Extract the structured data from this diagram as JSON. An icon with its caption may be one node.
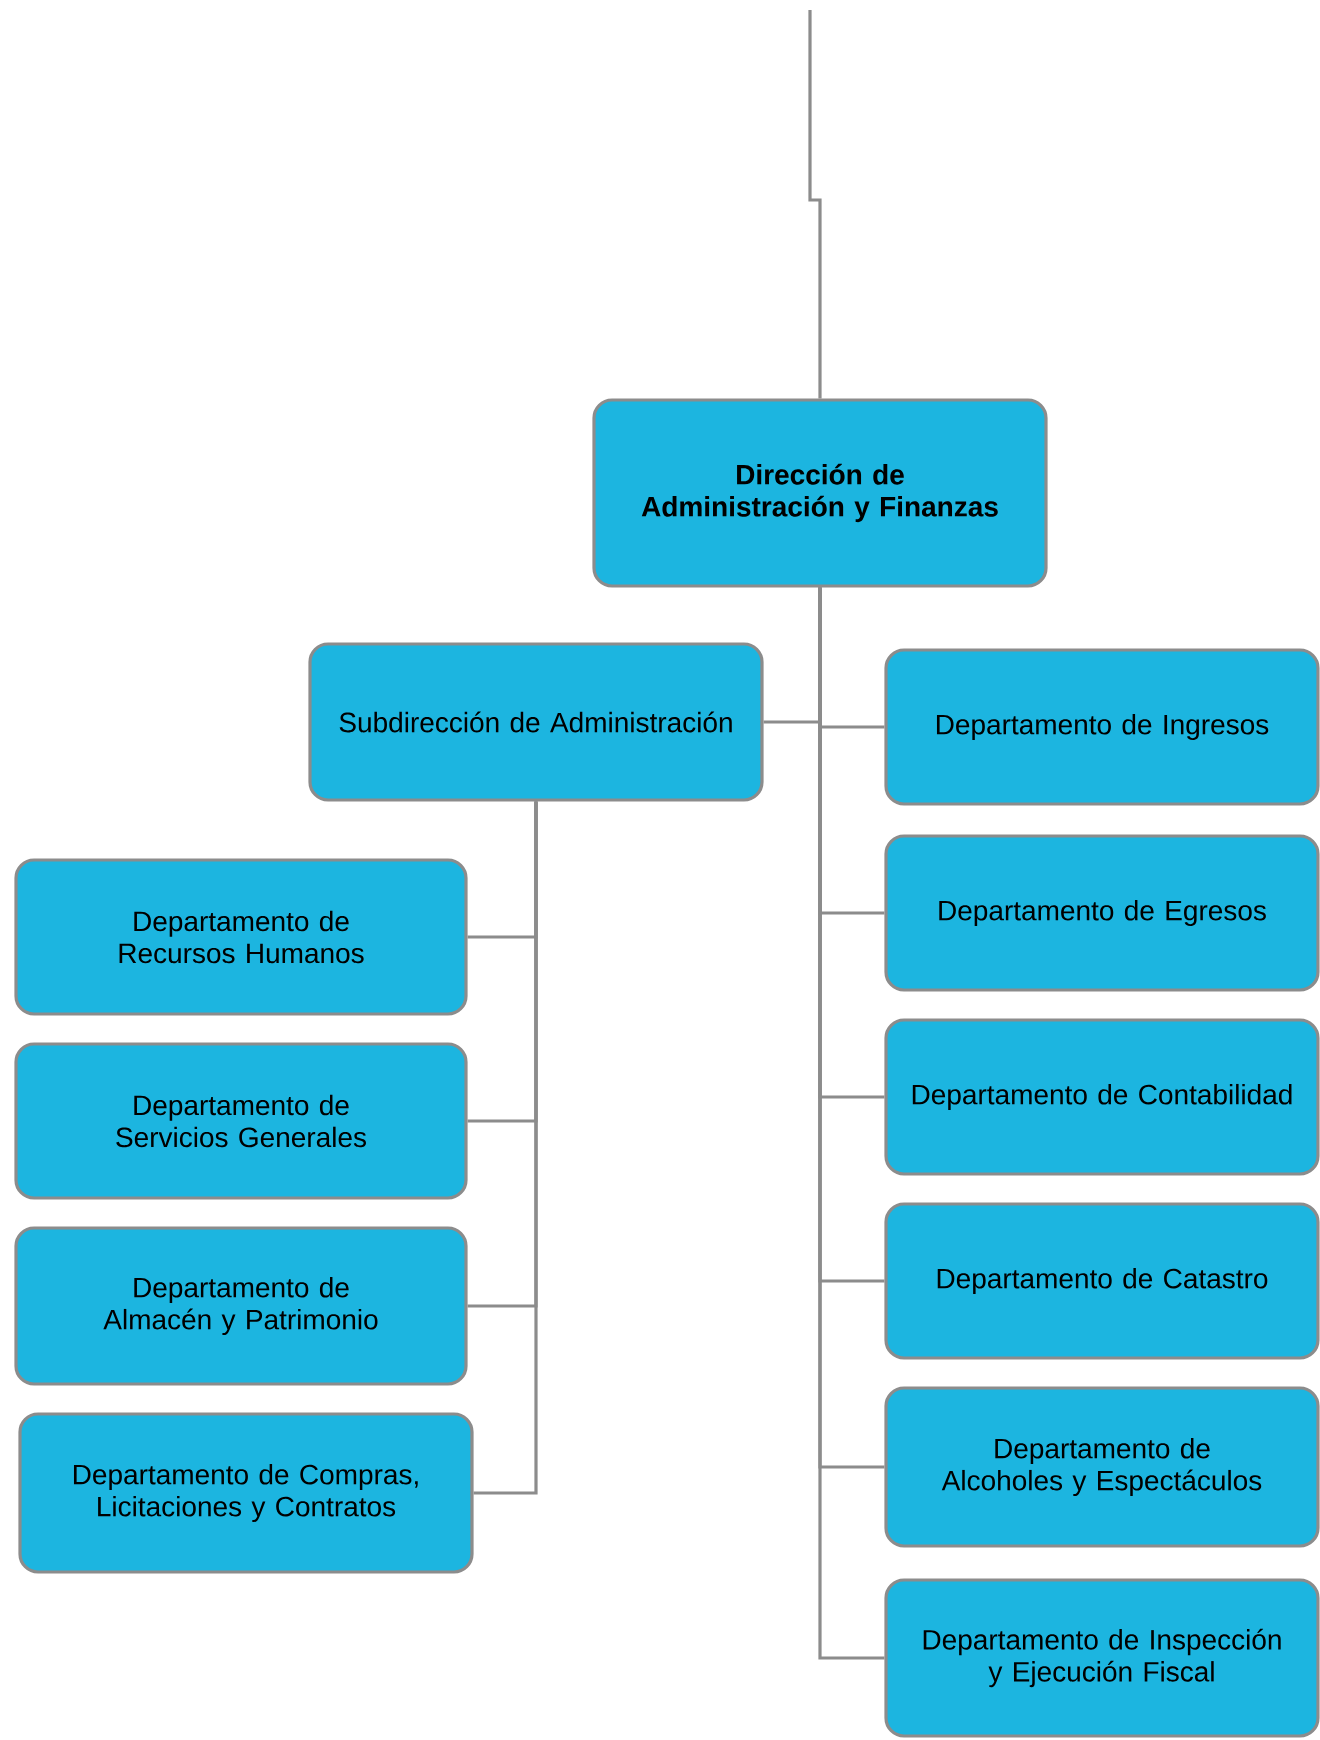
{
  "diagram": {
    "nodes": [
      {
        "text": [
          "Dirección de Administración y Finanzas"
        ]
      },
      {
        "text": [
          "Subdirección de Administración"
        ]
      },
      {
        "text": [
          "Departamento de Recursos Humanos"
        ]
      },
      {
        "text": [
          "Departamento de Servicios Generales"
        ]
      },
      {
        "text": [
          "Departamento de Almacén y Patrimonio"
        ]
      },
      {
        "text": [
          "Departamento de Compras, Licitaciones y Contratos"
        ]
      },
      {
        "text": [
          "Departamento de Ingresos"
        ]
      },
      {
        "text": [
          "Departamento de Egresos"
        ]
      },
      {
        "text": [
          "Departamento de Contabilidad"
        ]
      },
      {
        "text": [
          "Departamento de Catastro"
        ]
      },
      {
        "text": [
          "Departamento de Alcoholes y Espectáculos"
        ]
      },
      {
        "text": [
          "Departamento de Inspección y Ejecución Fiscal"
        ]
      }
    ],
    "edges": [
      {
        "from": null,
        "to": 0,
        "arrow": "none"
      },
      {
        "from": 0,
        "to": 1,
        "arrow": "none"
      },
      {
        "from": 1,
        "to": 2,
        "arrow": "none"
      },
      {
        "from": 1,
        "to": 3,
        "arrow": "none"
      },
      {
        "from": 1,
        "to": 4,
        "arrow": "none"
      },
      {
        "from": 1,
        "to": 5,
        "arrow": "none"
      },
      {
        "from": 0,
        "to": 6,
        "arrow": "none"
      },
      {
        "from": 0,
        "to": 7,
        "arrow": "none"
      },
      {
        "from": 0,
        "to": 8,
        "arrow": "none"
      },
      {
        "from": 0,
        "to": 9,
        "arrow": "none"
      },
      {
        "from": 0,
        "to": 10,
        "arrow": "none"
      },
      {
        "from": 0,
        "to": 11,
        "arrow": "none"
      }
    ]
  }
}
